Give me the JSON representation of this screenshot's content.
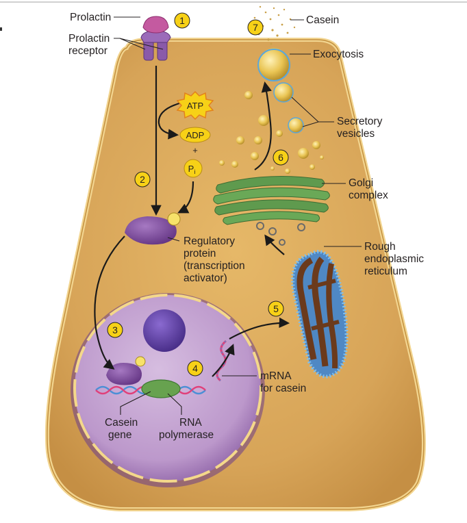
{
  "labels": {
    "prolactin": "Prolactin",
    "prolactin_receptor_1": "Prolactin",
    "prolactin_receptor_2": "receptor",
    "casein": "Casein",
    "exocytosis": "Exocytosis",
    "secretory_1": "Secretory",
    "secretory_2": "vesicles",
    "golgi_1": "Golgi",
    "golgi_2": "complex",
    "rer_1": "Rough",
    "rer_2": "endoplasmic",
    "rer_3": "reticulum",
    "regulatory_1": "Regulatory",
    "regulatory_2": "protein",
    "regulatory_3": "(transcription",
    "regulatory_4": "activator)",
    "mrna_1": "mRNA",
    "mrna_2": "for casein",
    "casein_gene_1": "Casein",
    "casein_gene_2": "gene",
    "rna_pol_1": "RNA",
    "rna_pol_2": "polymerase"
  },
  "molecules": {
    "atp": "ATP",
    "adp": "ADP",
    "plus": "+",
    "pi_main": "P",
    "pi_sub": "i"
  },
  "steps": [
    "1",
    "2",
    "3",
    "4",
    "5",
    "6",
    "7"
  ],
  "colors": {
    "cell_fill": "#d9a95a",
    "cell_border": "#f2d590",
    "nucleus_fill": "#c7a7d4",
    "protein_purple": "#7e4a9c",
    "golgi_green": "#5f9a4e",
    "rer_brown": "#6b3a1c",
    "rer_blue": "#5aa7dc",
    "badge_yellow": "#f7d117",
    "vesicle_yellow": "#e8c24a"
  }
}
